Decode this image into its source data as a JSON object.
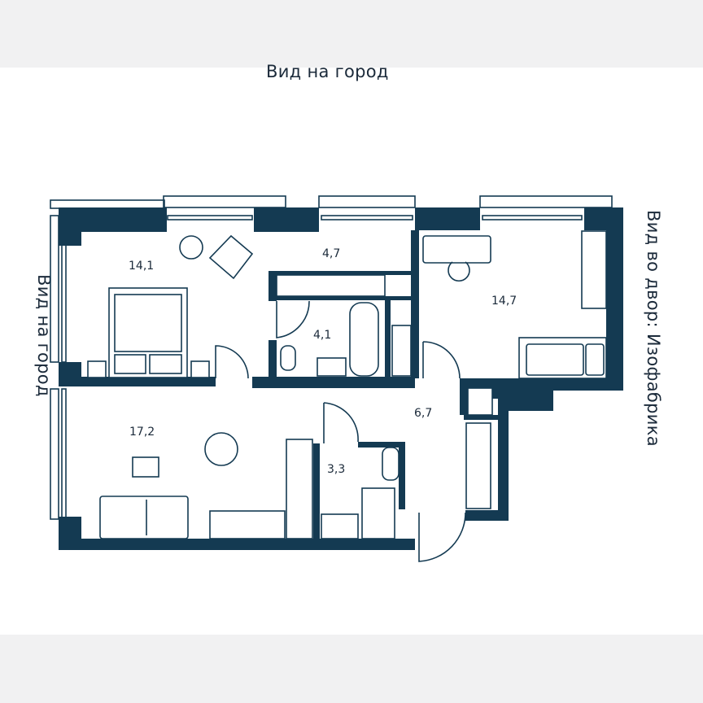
{
  "views": {
    "top": "Вид на город",
    "left": "Вид на город",
    "right": "Вид во двор: Изофабрика"
  },
  "rooms": [
    {
      "name": "bedroom",
      "area": "14,1"
    },
    {
      "name": "wardrobe",
      "area": "4,7"
    },
    {
      "name": "bathroom",
      "area": "4,1"
    },
    {
      "name": "bedroom-2",
      "area": "14,7"
    },
    {
      "name": "living-kitchen",
      "area": "17,2"
    },
    {
      "name": "hallway",
      "area": "6,7"
    },
    {
      "name": "wc",
      "area": "3,3"
    }
  ],
  "colors": {
    "wall": "#143a52",
    "band": "#f1f1f2"
  }
}
